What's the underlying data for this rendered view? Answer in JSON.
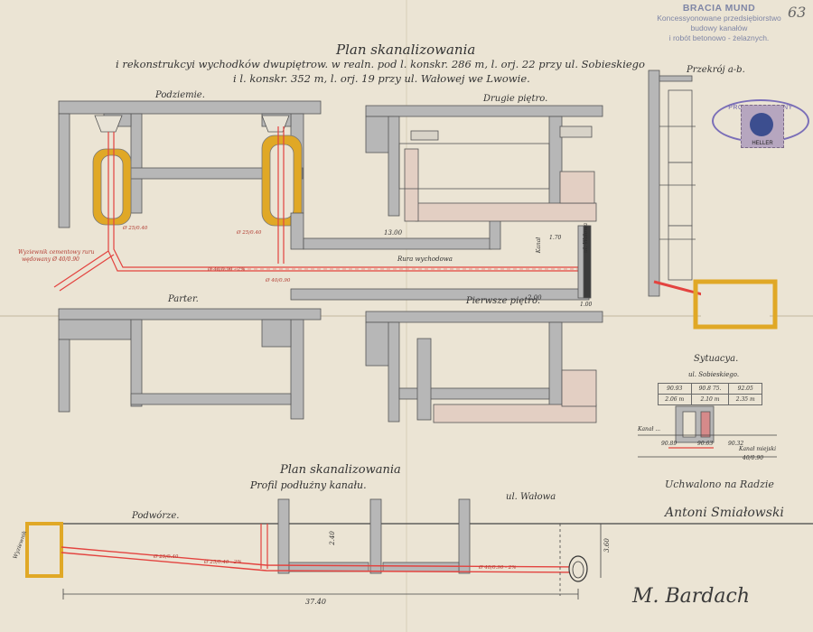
{
  "page_number": "63",
  "stamp": {
    "line1": "BRACIA MUND",
    "line2": "Koncessyonowane przedsiębiorstwo",
    "line3": "budowy kanałów",
    "line4": "i robót betonowo - żelaznych."
  },
  "seal_text": "PROTOKOLOWANY",
  "revenue_stamp": "HELLER",
  "title": {
    "line1": "Plan skanalizowania",
    "line2": "i rekonstrukcyi wychodków dwupiętrow. w realn. pod l. konskr. 286 m, l. orj. 22 przy ul. Sobieskiego",
    "line3": "i l. konskr. 352 m, l. orj. 19 przy ul. Wałowej we Lwowie."
  },
  "floors": {
    "basement": "Podziemie.",
    "second_floor": "Drugie piętro.",
    "ground_floor": "Parter.",
    "first_floor": "Pierwsze piętro."
  },
  "labels": {
    "section_ab": "Przekrój a-b.",
    "vent_pipe": "Wyziewnik cementowy ruru",
    "vent_size": "wędowany Ø 40/0.90",
    "main_pipe": "Rura wychodowa",
    "street_walowa_vert": "ul. Wałowa",
    "street_fragment": "Kanał",
    "dim_1300": "13.00",
    "dim_200": "2.00",
    "dim_170": "1.70",
    "dim_100": "1.00",
    "pipe_a": "Ø 25/0.40",
    "pipe_b": "Ø 25/0.40",
    "pipe_c": "Ø 40/0.90",
    "pipe_main_dim": "Ø 40/0.90 - 2%"
  },
  "situation": {
    "title": "Sytuacya.",
    "street": "ul. Sobieskiego.",
    "row1": [
      "90.93",
      "90.8 75.",
      "92.05"
    ],
    "row2": [
      "2.06 m",
      "2.10 m",
      "2.35 m"
    ],
    "row3": [
      "90.89",
      "90.63",
      "90.32"
    ],
    "canal_left": "Kanał ...",
    "canal_right": "Kanał miejski",
    "canal_right_dim": "40/0.90"
  },
  "profile": {
    "title_line1": "Plan skanalizowania",
    "title_line2": "Profil podłużny kanału.",
    "courtyard": "Podwórze.",
    "street": "ul. Wałowa",
    "dim_total": "37.40",
    "dim_height": "2.40",
    "dim_depth": "3.60",
    "vent_label": "Wyziewnik",
    "pipe1": "Ø 25/0.40",
    "pipe2": "Ø 25/0.40 - 2%",
    "pipe3": "Ø 40/0.90 - 2%"
  },
  "signatures": {
    "sig1": "M. Bardach",
    "sig2": "Antoni Smiałowski",
    "note": "Uchwalono na Radzie"
  },
  "colors": {
    "wall": "#b7b7b7",
    "wall_light": "#d1cdc5",
    "pipe_red": "#e3433f",
    "pipe_fill": "#f4b3a9",
    "yellow": "#e0a826",
    "ink": "#3d3d3d",
    "paper": "#ebe4d4"
  }
}
